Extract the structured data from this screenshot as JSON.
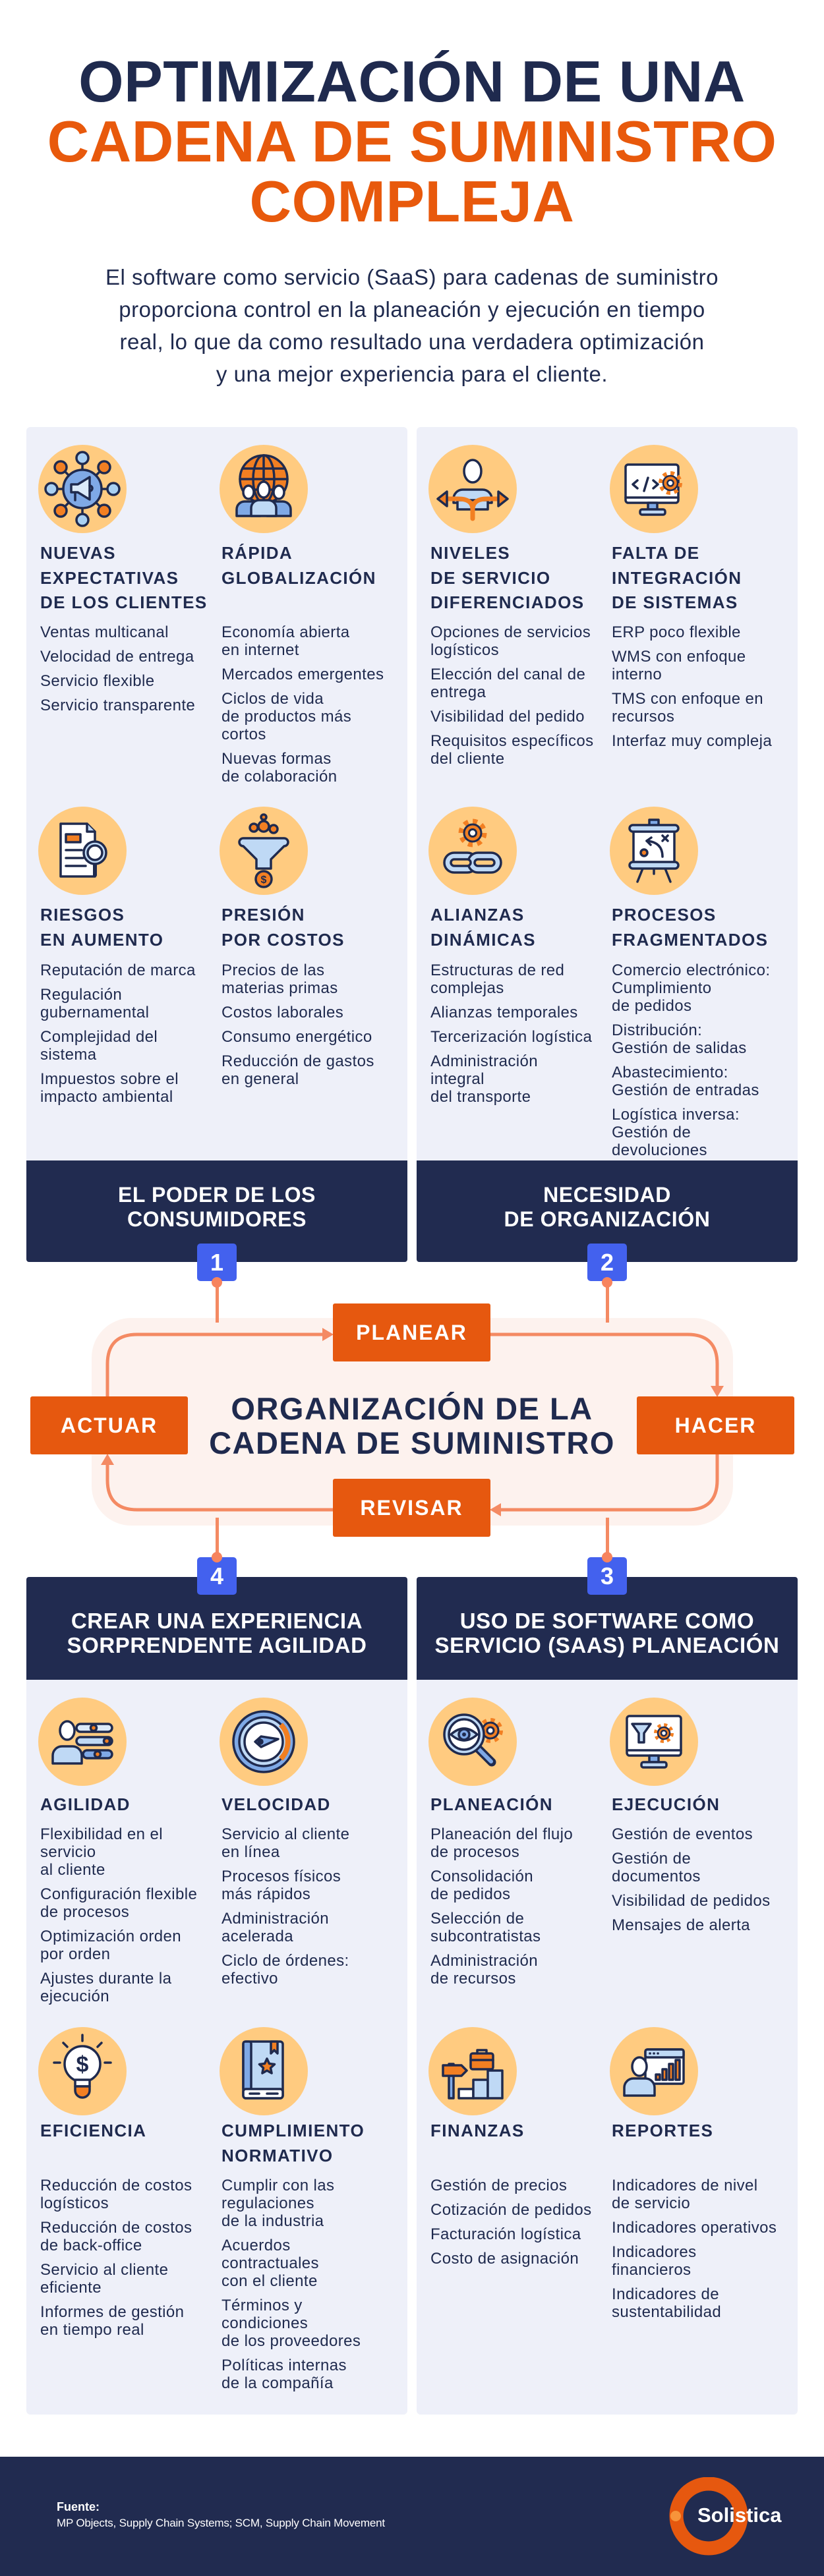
{
  "header": {
    "title_line1": "OPTIMIZACIÓN DE UNA",
    "title_line2": "CADENA DE SUMINISTRO",
    "title_line3": "COMPLEJA",
    "intro_lines": [
      "El software como servicio (SaaS) para cadenas de suministro",
      "proporciona control en la planeación y ejecución en tiempo",
      "real, lo que da como resultado una verdadera optimización",
      "y una mejor experiencia para el cliente."
    ]
  },
  "colors": {
    "navy": "#1F2A4E",
    "title_orange": "#E8590C",
    "step_orange": "#E6580F",
    "panel_bg": "#EEF0F9",
    "banner_bg": "#212B50",
    "cycle_bg": "#FDF2EE",
    "loop_line": "#F48A63",
    "badge_blue": "#4361EE",
    "icon_circle": "#FFCB80"
  },
  "challenges": {
    "left": {
      "banner": "EL PODER DE LOS\nCONSUMIDORES",
      "badge": "1",
      "cards": [
        {
          "icon": "megaphone-network-icon",
          "title": "NUEVAS\nEXPECTATIVAS\nDE LOS CLIENTES",
          "items": [
            "Ventas multicanal",
            "Velocidad de entrega",
            "Servicio flexible",
            "Servicio transparente"
          ]
        },
        {
          "icon": "globe-people-icon",
          "title": "RÁPIDA\nGLOBALIZACIÓN",
          "items": [
            "Economía abierta\nen internet",
            "Mercados emergentes",
            "Ciclos de vida\nde productos más\ncortos",
            "Nuevas formas\nde colaboración"
          ]
        },
        {
          "icon": "document-magnifier-icon",
          "title": "RIESGOS\nEN AUMENTO",
          "items": [
            "Reputación de marca",
            "Regulación\ngubernamental",
            "Complejidad del\nsistema",
            "Impuestos sobre el\nimpacto ambiental"
          ]
        },
        {
          "icon": "funnel-coins-icon",
          "title": "PRESIÓN\nPOR COSTOS",
          "items": [
            "Precios de las\nmaterias primas",
            "Costos laborales",
            "Consumo energético",
            "Reducción de gastos\nen general"
          ]
        }
      ]
    },
    "right": {
      "banner": "NECESIDAD\nDE ORGANIZACIÓN",
      "badge": "2",
      "cards": [
        {
          "icon": "person-arrows-icon",
          "title": "NIVELES\nDE SERVICIO\nDIFERENCIADOS",
          "items": [
            "Opciones de servicios\nlogísticos",
            "Elección del canal de\nentrega",
            "Visibilidad del pedido",
            "Requisitos específicos\ndel cliente"
          ]
        },
        {
          "icon": "monitor-code-gear-icon",
          "title": "FALTA DE\nINTEGRACIÓN\nDE SISTEMAS",
          "items": [
            "ERP poco flexible",
            "WMS con enfoque\ninterno",
            "TMS con enfoque en\nrecursos",
            "Interfaz muy compleja"
          ]
        },
        {
          "icon": "gear-chain-icon",
          "title": "ALIANZAS\nDINÁMICAS",
          "items": [
            "Estructuras de red\ncomplejas",
            "Alianzas temporales",
            "Tercerización logística",
            "Administración\nintegral\ndel transporte"
          ]
        },
        {
          "icon": "easel-board-icon",
          "title": "PROCESOS\nFRAGMENTADOS",
          "items": [
            "Comercio electrónico:\nCumplimiento\nde pedidos",
            "Distribución:\nGestión de salidas",
            "Abastecimiento:\nGestión de entradas",
            "Logística inversa:\nGestión de\ndevoluciones"
          ]
        }
      ]
    }
  },
  "cycle": {
    "title": "ORGANIZACIÓN DE LA\nCADENA DE SUMINISTRO",
    "steps": {
      "plan": "PLANEAR",
      "do": "HACER",
      "check": "REVISAR",
      "act": "ACTUAR"
    }
  },
  "solutions": {
    "left": {
      "banner": "CREAR UNA EXPERIENCIA\nSORPRENDENTE AGILIDAD",
      "badge": "4",
      "cards": [
        {
          "icon": "person-sliders-icon",
          "title": "AGILIDAD",
          "items": [
            "Flexibilidad en el\nservicio\nal cliente",
            "Configuración flexible\nde procesos",
            "Optimización orden\npor orden",
            "Ajustes durante la\nejecución"
          ]
        },
        {
          "icon": "speedometer-icon",
          "title": "VELOCIDAD",
          "items": [
            "Servicio al cliente\nen línea",
            "Procesos físicos\nmás rápidos",
            "Administración\nacelerada",
            "Ciclo de órdenes:\nefectivo"
          ]
        },
        {
          "icon": "lightbulb-dollar-icon",
          "title": "EFICIENCIA",
          "items": [
            "Reducción de costos\nlogísticos",
            "Reducción de costos\nde back-office",
            "Servicio al cliente\neficiente",
            "Informes de gestión\nen tiempo real"
          ]
        },
        {
          "icon": "book-star-icon",
          "title": "CUMPLIMIENTO\nNORMATIVO",
          "items": [
            "Cumplir con las\nregulaciones\nde la industria",
            "Acuerdos\ncontractuales\ncon el cliente",
            "Términos y\ncondiciones\nde los proveedores",
            "Políticas internas\nde la compañía"
          ]
        }
      ]
    },
    "right": {
      "banner": "USO DE SOFTWARE COMO\nSERVICIO (SAAS) PLANEACIÓN",
      "badge": "3",
      "cards": [
        {
          "icon": "magnifier-eye-gear-icon",
          "title": "PLANEACIÓN",
          "items": [
            "Planeación del flujo\nde procesos",
            "Consolidación\nde pedidos",
            "Selección de\nsubcontratistas",
            "Administración\nde recursos"
          ]
        },
        {
          "icon": "monitor-funnel-gear-icon",
          "title": "EJECUCIÓN",
          "items": [
            "Gestión de eventos",
            "Gestión de\ndocumentos",
            "Visibilidad de pedidos",
            "Mensajes de alerta"
          ]
        },
        {
          "icon": "signpost-briefcase-steps-icon",
          "title": "FINANZAS",
          "items": [
            "Gestión de precios",
            "Cotización de pedidos",
            "Facturación logística",
            "Costo de asignación"
          ]
        },
        {
          "icon": "person-chart-icon",
          "title": "REPORTES",
          "items": [
            "Indicadores de nivel\nde servicio",
            "Indicadores operativos",
            "Indicadores\nfinancieros",
            "Indicadores de\nsustentabilidad"
          ]
        }
      ]
    }
  },
  "footer": {
    "source_label": "Fuente:",
    "source_text": "MP Objects, Supply Chain Systems; SCM, Supply Chain Movement",
    "logo_text": "Solistica"
  }
}
